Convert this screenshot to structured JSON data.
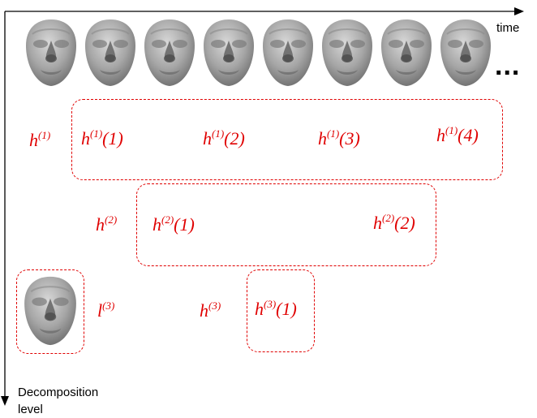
{
  "axes": {
    "time_label": "time",
    "level_label": "Decomposition\nlevel"
  },
  "sequence": {
    "frame_count": 8,
    "continuation": "..."
  },
  "level1": {
    "label": {
      "base": "h",
      "sup": "(1)"
    },
    "coefficients": [
      {
        "base": "h",
        "sup": "(1)",
        "index": "(1)"
      },
      {
        "base": "h",
        "sup": "(1)",
        "index": "(2)"
      },
      {
        "base": "h",
        "sup": "(1)",
        "index": "(3)"
      },
      {
        "base": "h",
        "sup": "(1)",
        "index": "(4)"
      }
    ]
  },
  "level2": {
    "label": {
      "base": "h",
      "sup": "(2)"
    },
    "coefficients": [
      {
        "base": "h",
        "sup": "(2)",
        "index": "(1)"
      },
      {
        "base": "h",
        "sup": "(2)",
        "index": "(2)"
      }
    ]
  },
  "level3": {
    "lowpass": {
      "base": "l",
      "sup": "(3)"
    },
    "label": {
      "base": "h",
      "sup": "(3)"
    },
    "coefficients": [
      {
        "base": "h",
        "sup": "(3)",
        "index": "(1)"
      }
    ]
  },
  "colors": {
    "accent": "#e00000",
    "axis": "#000000",
    "face": "#9a9a9a"
  }
}
